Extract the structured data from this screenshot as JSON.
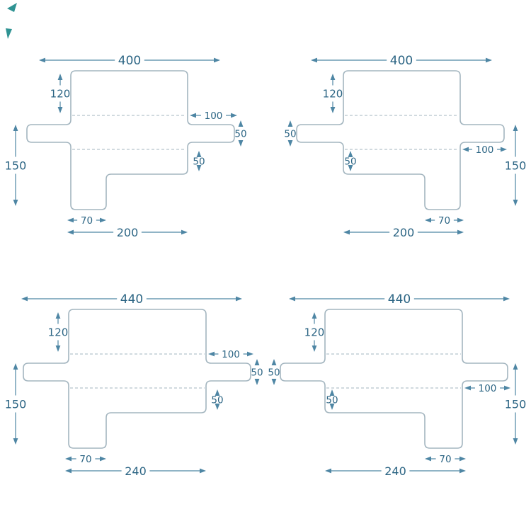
{
  "style": {
    "background": "#ffffff",
    "outline_color": "#a3b5bf",
    "dimension_color": "#4e86a4",
    "text_color": "#2c6584",
    "stray_mark_color": "#2f9393"
  },
  "diagrams": [
    {
      "name": "top-left",
      "mirrored": false,
      "size": "small",
      "dims": {
        "top_width": "400",
        "back_height": "120",
        "flap_depth": "100",
        "wing_height": "50",
        "tuck_depth": "50",
        "side_height": "150",
        "leg_width": "70",
        "seat_width": "200"
      }
    },
    {
      "name": "top-right",
      "mirrored": true,
      "size": "small",
      "dims": {
        "top_width": "400",
        "back_height": "120",
        "flap_depth": "100",
        "wing_height": "50",
        "tuck_depth": "50",
        "side_height": "150",
        "leg_width": "70",
        "seat_width": "200"
      }
    },
    {
      "name": "bottom-left",
      "mirrored": false,
      "size": "large",
      "dims": {
        "top_width": "440",
        "back_height": "120",
        "flap_depth": "100",
        "wing_height": "50",
        "tuck_depth": "50",
        "side_height": "150",
        "leg_width": "70",
        "seat_width": "240"
      }
    },
    {
      "name": "bottom-right",
      "mirrored": true,
      "size": "large",
      "dims": {
        "top_width": "440",
        "back_height": "120",
        "flap_depth": "100",
        "wing_height": "50",
        "tuck_depth": "50",
        "side_height": "150",
        "leg_width": "70",
        "seat_width": "240"
      }
    }
  ]
}
